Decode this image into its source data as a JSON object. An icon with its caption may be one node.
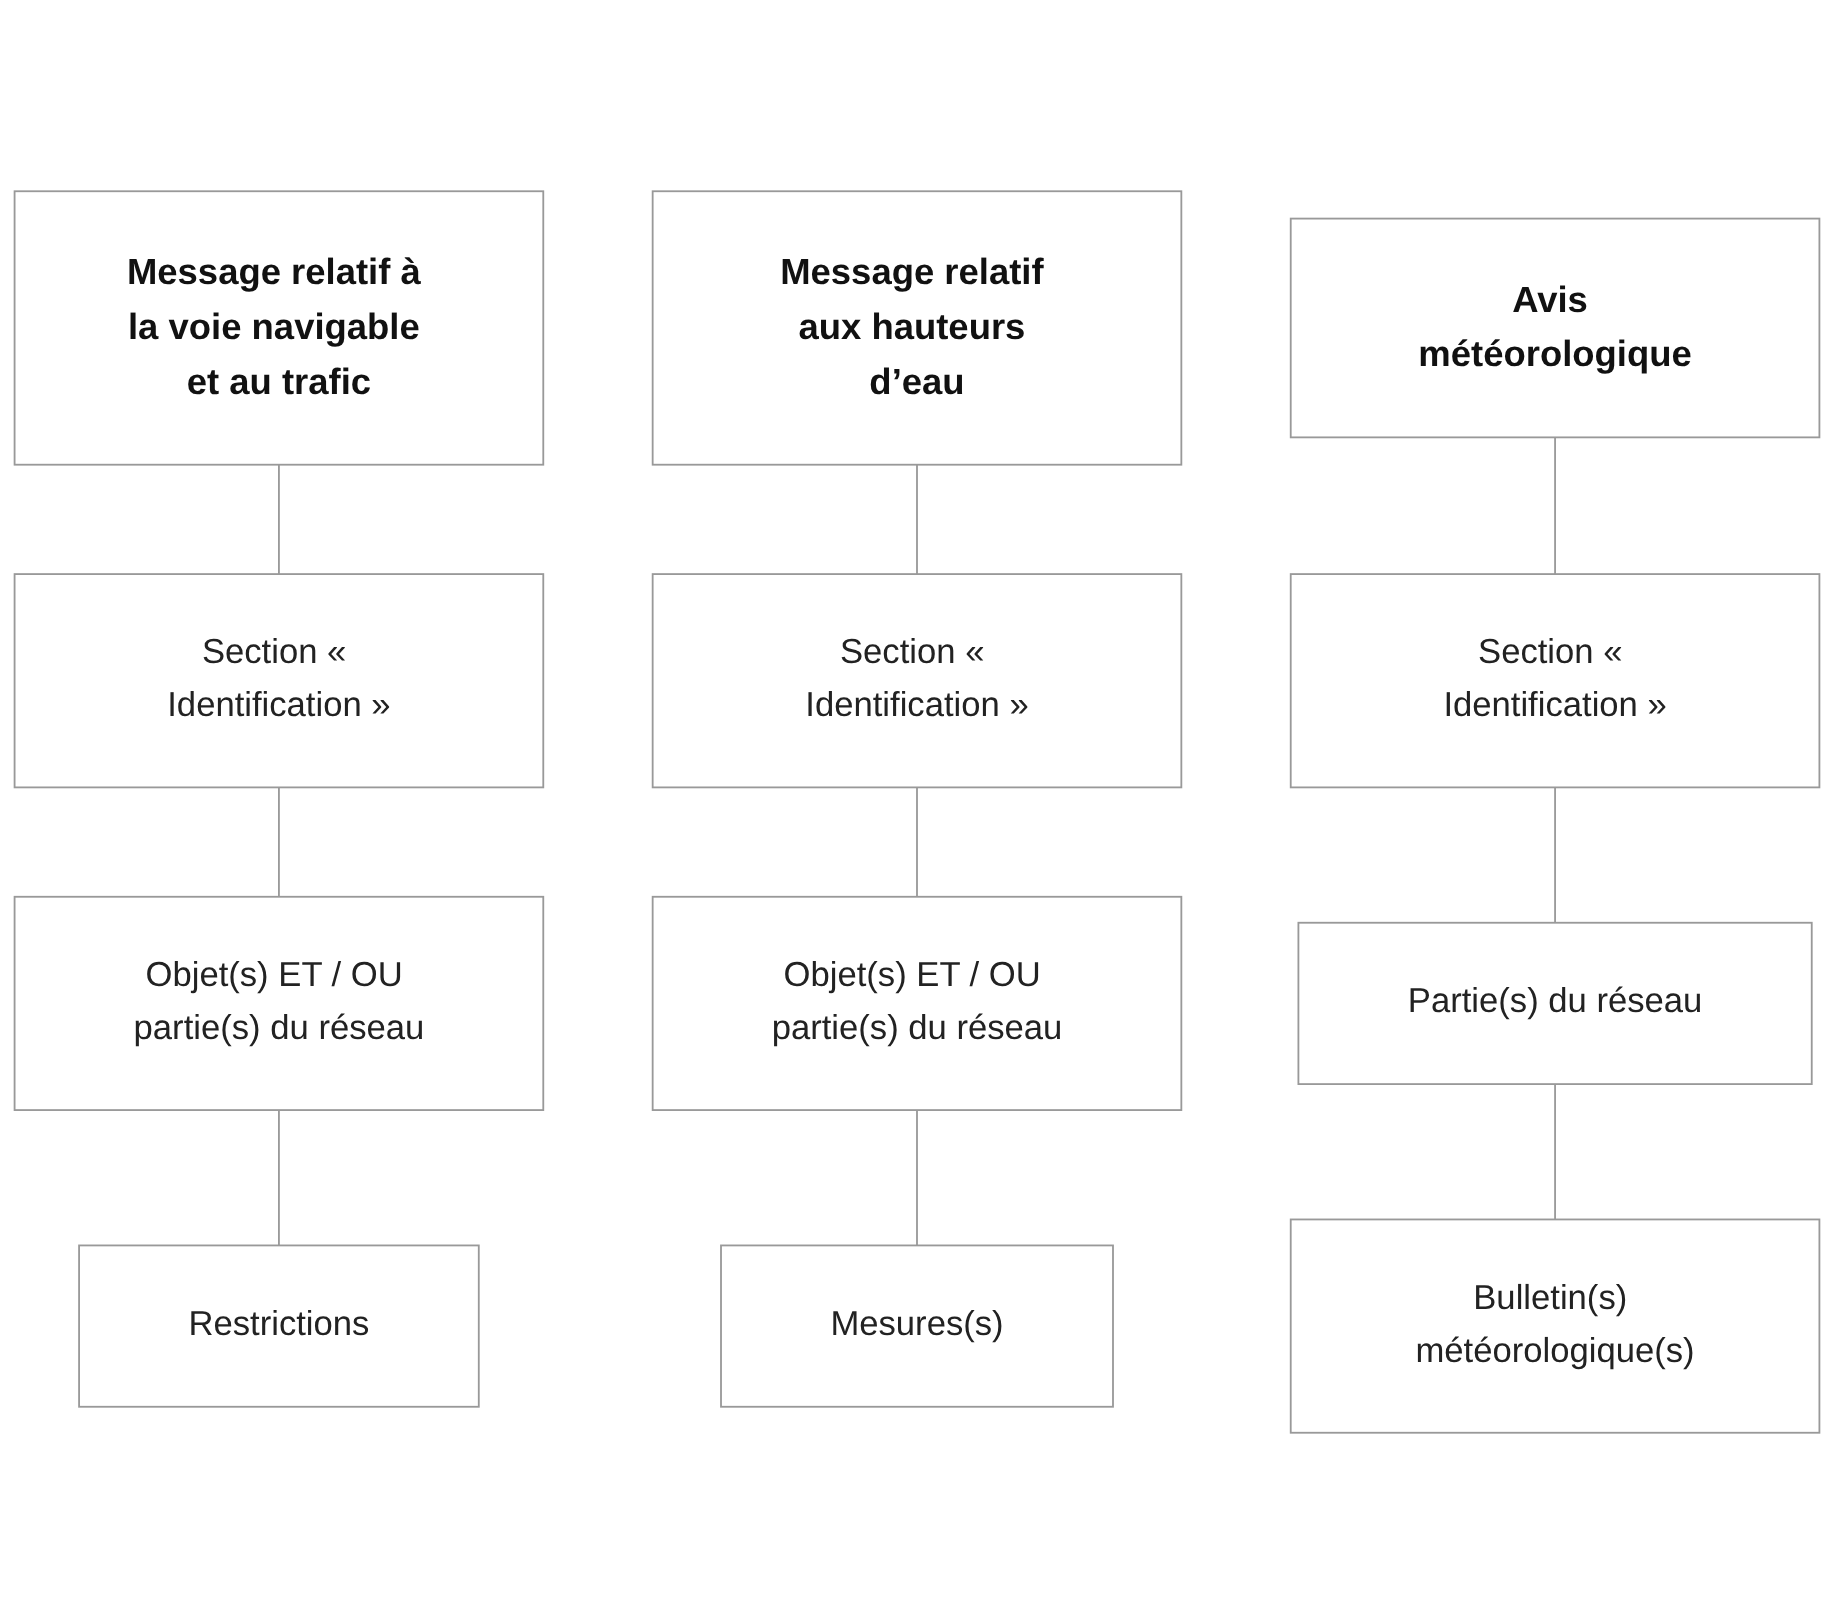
{
  "diagram": {
    "nodes": [
      {
        "text": [
          "Message relatif à la voie navigable et au trafic"
        ]
      },
      {
        "text": [
          "Message relatif aux hauteurs d’eau"
        ]
      },
      {
        "text": [
          "Avis météorologique"
        ]
      },
      {
        "text": [
          "Section « Identification »"
        ]
      },
      {
        "text": [
          "Section « Identification »"
        ]
      },
      {
        "text": [
          "Section « Identification »"
        ]
      },
      {
        "text": [
          "Objet(s) ET / OU partie(s) du réseau"
        ]
      },
      {
        "text": [
          "Objet(s) ET / OU partie(s) du réseau"
        ]
      },
      {
        "text": [
          "Partie(s) du réseau"
        ]
      },
      {
        "text": [
          "Restrictions"
        ]
      },
      {
        "text": [
          "Mesures(s)"
        ]
      },
      {
        "text": [
          "Bulletin(s) météorologique(s)"
        ]
      }
    ],
    "edges": [
      {
        "from": 0,
        "to": 3,
        "arrow": "none"
      },
      {
        "from": 1,
        "to": 4,
        "arrow": "none"
      },
      {
        "from": 2,
        "to": 5,
        "arrow": "none"
      },
      {
        "from": 3,
        "to": 6,
        "arrow": "none"
      },
      {
        "from": 4,
        "to": 7,
        "arrow": "none"
      },
      {
        "from": 5,
        "to": 8,
        "arrow": "none"
      },
      {
        "from": 6,
        "to": 9,
        "arrow": "none"
      },
      {
        "from": 7,
        "to": 10,
        "arrow": "none"
      },
      {
        "from": 8,
        "to": 11,
        "arrow": "none"
      }
    ]
  }
}
